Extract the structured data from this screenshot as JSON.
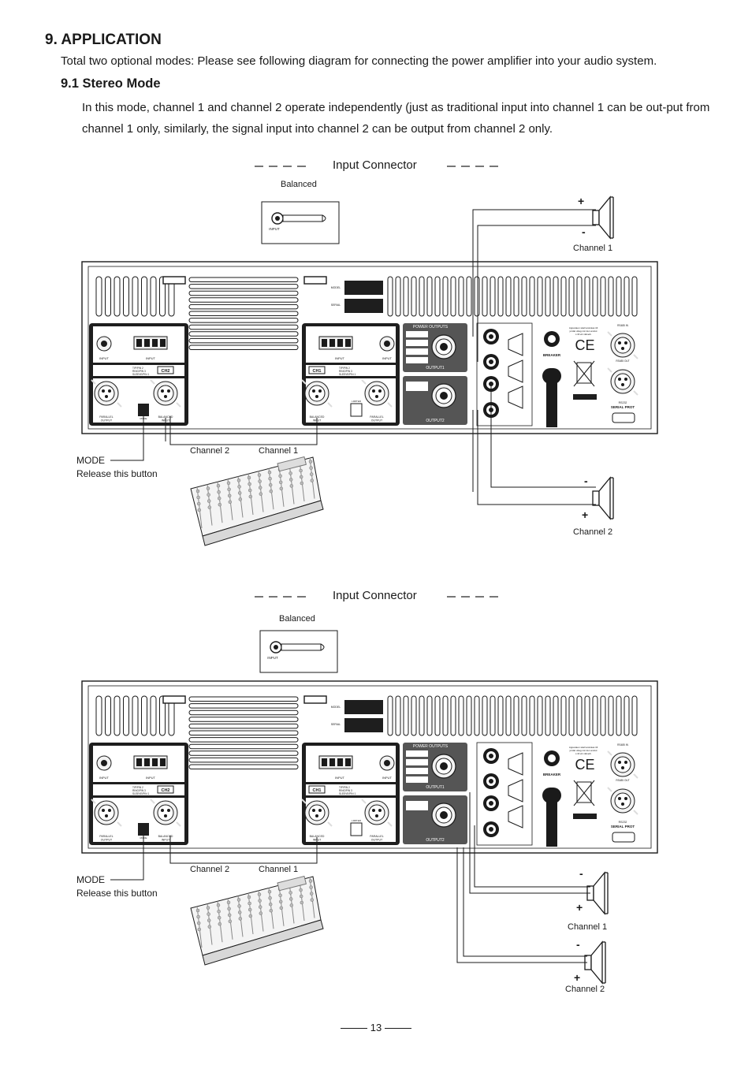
{
  "heading": "9. APPLICATION",
  "intro": "Total two optional modes: Please see following diagram for connecting the power amplifier  into your audio system.",
  "subheading": "9.1 Stereo Mode",
  "body": "In this mode, channel 1 and channel 2 operate independently (just as traditional input into channel 1 can be out-put from channel 1 only, similarly, the signal input into channel 2 can be output from channel 2 only.",
  "diagram1": {
    "connector_title": "Input Connector",
    "connector_type": "Balanced",
    "jack_label": "INPUT",
    "mode_label": "MODE",
    "mode_note": "Release this button",
    "mixer_ch2": "Channel 2",
    "mixer_ch1": "Channel 1",
    "speaker1": "Channel 1",
    "speaker2": "Channel 2",
    "plus": "+",
    "minus": "-"
  },
  "diagram2": {
    "connector_title": "Input Connector",
    "connector_type": "Balanced",
    "jack_label": "INPUT",
    "mode_label": "MODE",
    "mode_note": "Release this button",
    "mixer_ch2": "Channel 2",
    "mixer_ch1": "Channel 1",
    "speaker1": "Channel 1",
    "speaker2": "Channel 2",
    "plus": "+",
    "minus": "-"
  },
  "panel": {
    "input": "INPUT",
    "ch1": "CH1",
    "ch2": "CH2",
    "parallel_output": "PARALLEL\nOUTPUT",
    "balanced_input": "BALANCED\nINPUT",
    "tip": "TIP/PIN 2",
    "ring": "RING/PIN 3",
    "sleeve": "SLEEVE/PIN 1",
    "power_outputs": "POWER OUTPUTS",
    "output1": "OUTPUT1",
    "output2": "OUTPUT2",
    "breaker": "BREAKER",
    "serial_port": "SERIAL PROT",
    "rs232": "RS232",
    "mode": "MODE",
    "limiter": "LIMITER",
    "model": "MODEL",
    "serial": "SERIAL",
    "ce": "CE",
    "rs485_in": "RS485 IN",
    "rs485_out": "RS485 OUT",
    "warning": "Apparaten skall anslutas till jordat uttag när den ansluts till ett nätverk"
  },
  "page_number": "13",
  "colors": {
    "ink": "#1a1a1a",
    "panel_dark": "#1e1e1e",
    "panel_mid": "#555555"
  }
}
